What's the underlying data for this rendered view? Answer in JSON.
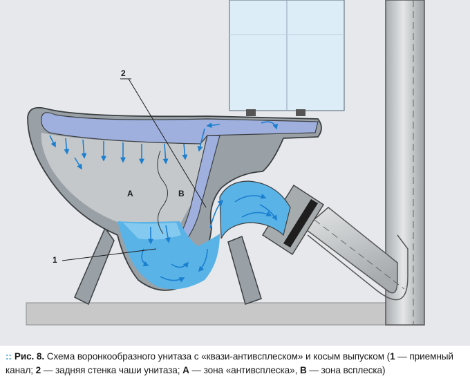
{
  "diagram": {
    "labels": {
      "num_1": "1",
      "num_2": "2",
      "zone_a": "A",
      "zone_b": "B"
    },
    "colors": {
      "background": "#e6e8eb",
      "porcelain": "#9aa1a6",
      "porcelain_edge": "#3b3f42",
      "bowl_inside": "#c4c8cb",
      "rim_channel": "#9fb0de",
      "water": "#5ab3e6",
      "water_light": "#8fd0f2",
      "flow_arrows": "#1b7fd0",
      "tank": "#dcedf8",
      "pipe": "#bfc2c4",
      "floor": "#c8c8c8"
    }
  },
  "caption": {
    "marker": "::",
    "title": "Рис. 8.",
    "p1": " Схема воронкообразного унитаза с «квази-антивсплеском» и косым выпуском (",
    "n1": "1",
    "p2": " — приемный канал; ",
    "n2": "2",
    "p3": " — задняя стенка чаши унитаза; ",
    "na": "А",
    "p4": " — зона «антивсплеска», ",
    "nb": "В",
    "p5": " — зона всплеска)"
  }
}
